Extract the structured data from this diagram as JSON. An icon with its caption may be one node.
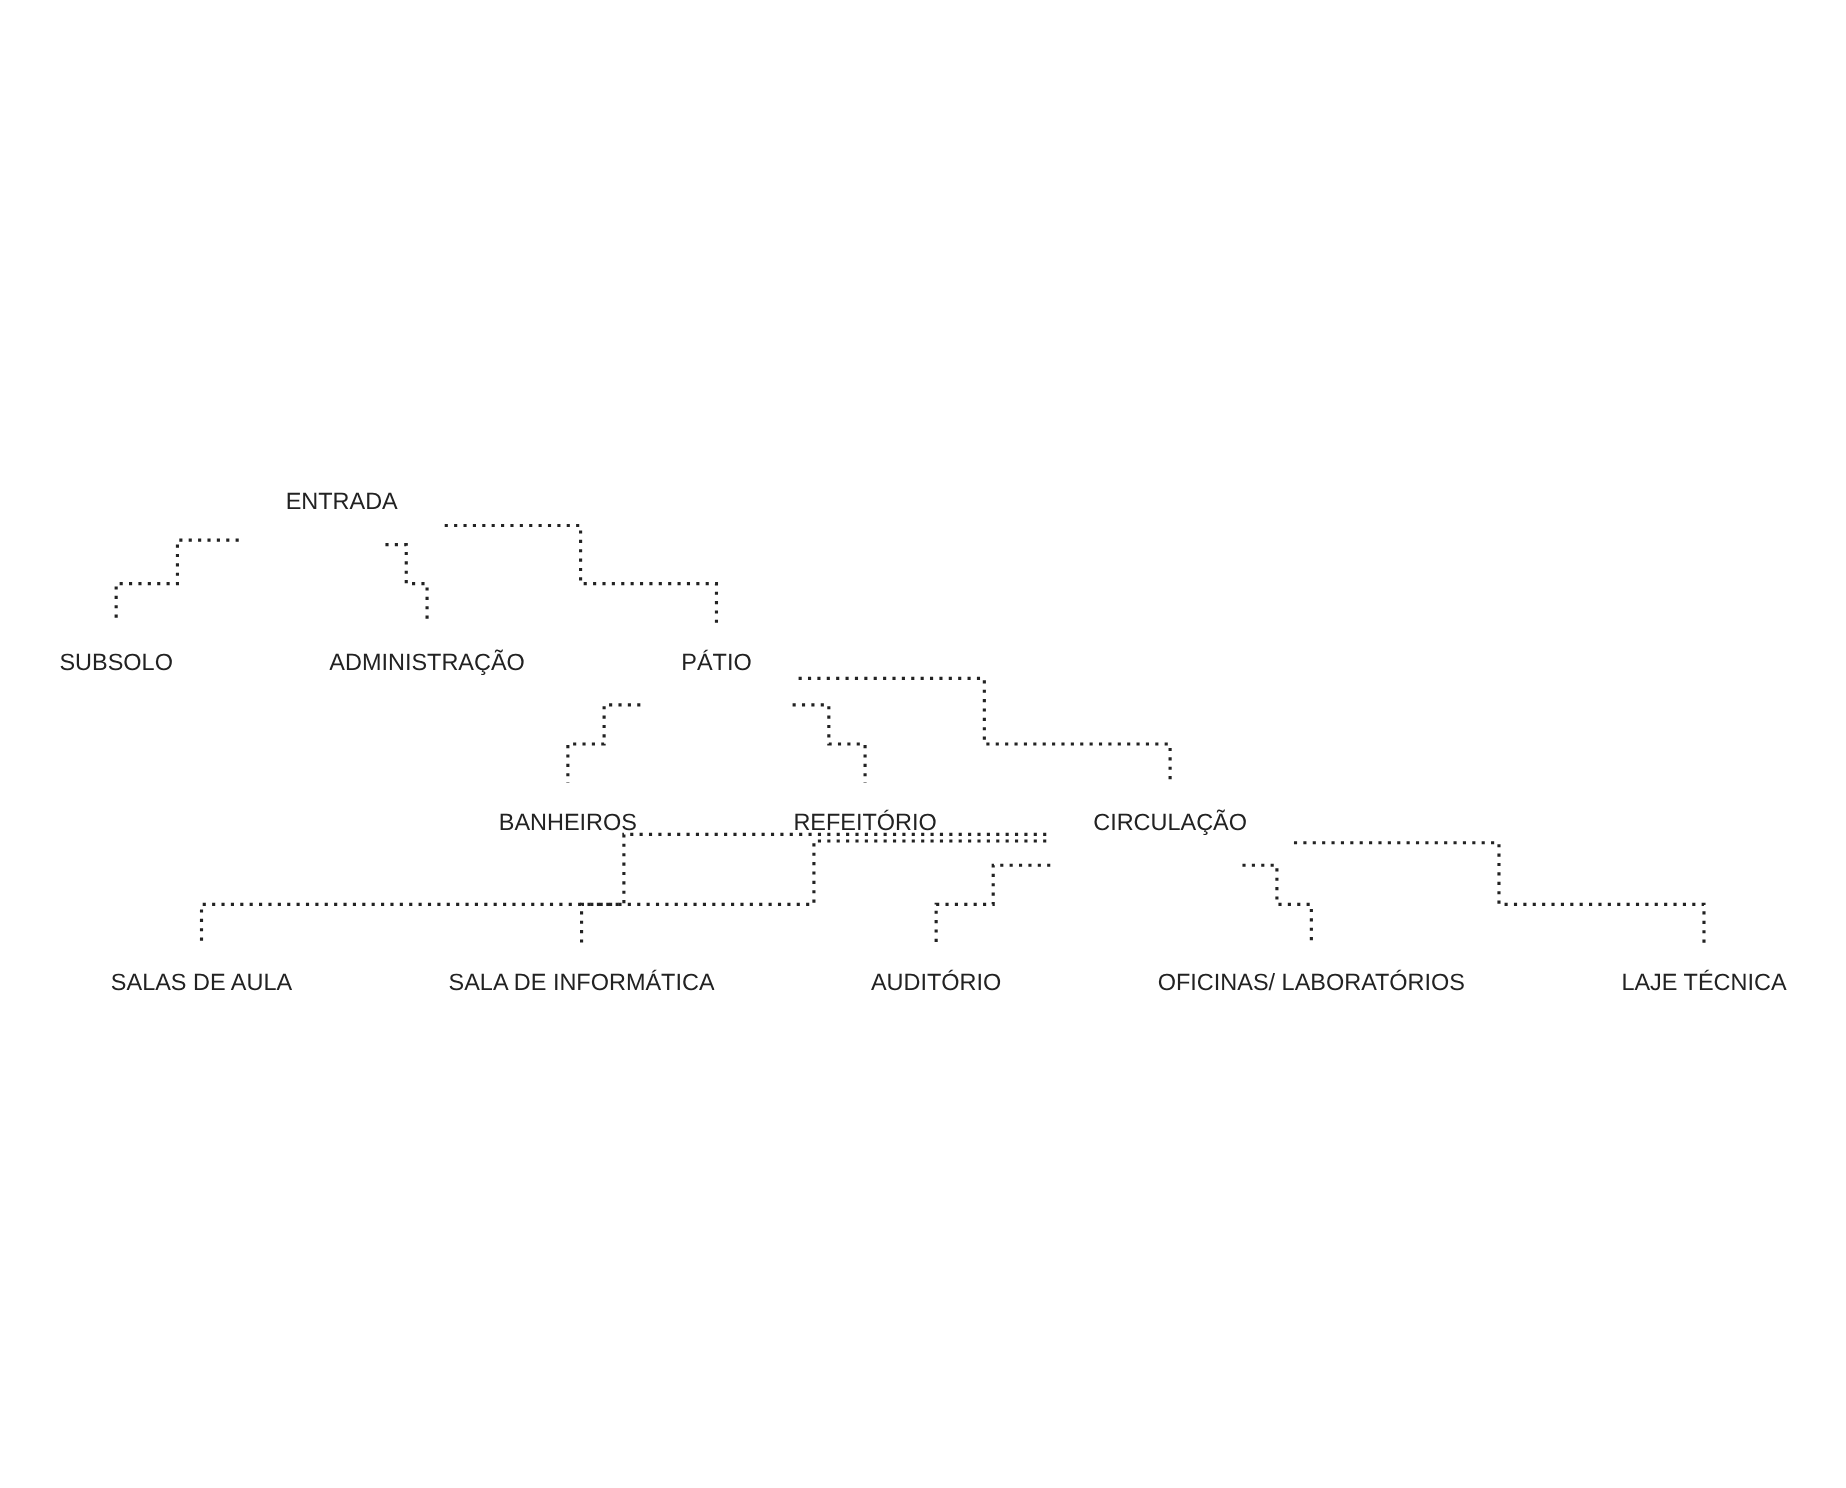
{
  "diagram": {
    "nodes": [
      {
        "text": [
          "ENTRADA"
        ]
      },
      {
        "text": [
          "SUBSOLO"
        ]
      },
      {
        "text": [
          "ADMINISTRAÇÃO"
        ]
      },
      {
        "text": [
          "PÁTIO"
        ]
      },
      {
        "text": [
          "BANHEIROS"
        ]
      },
      {
        "text": [
          "REFEITÓRIO"
        ]
      },
      {
        "text": [
          "SALAS DE AULA"
        ]
      },
      {
        "text": [
          "CIRCULAÇÃO"
        ]
      },
      {
        "text": [
          "SALA DE INFORMÁTICA"
        ]
      },
      {
        "text": [
          "AUDITÓRIO"
        ]
      },
      {
        "text": [
          "OFICINAS/ LABORATÓRIOS"
        ]
      },
      {
        "text": [
          "LAJE TÉCNICA"
        ]
      }
    ],
    "edges": [
      {
        "from": 0,
        "to": 1,
        "arrow": "none",
        "style": "dashed"
      },
      {
        "from": 0,
        "to": 2,
        "arrow": "none",
        "style": "dashed"
      },
      {
        "from": 0,
        "to": 3,
        "arrow": "none",
        "style": "dashed"
      },
      {
        "from": 3,
        "to": 4,
        "arrow": "none",
        "style": "dashed"
      },
      {
        "from": 3,
        "to": 5,
        "arrow": "none",
        "style": "dashed"
      },
      {
        "from": 3,
        "to": 7,
        "arrow": "none",
        "style": "dashed"
      },
      {
        "from": 7,
        "to": 6,
        "arrow": "none",
        "style": "dashed"
      },
      {
        "from": 7,
        "to": 8,
        "arrow": "none",
        "style": "dashed"
      },
      {
        "from": 7,
        "to": 9,
        "arrow": "none",
        "style": "dashed"
      },
      {
        "from": 7,
        "to": 10,
        "arrow": "none",
        "style": "dashed"
      },
      {
        "from": 7,
        "to": 11,
        "arrow": "none",
        "style": "dashed"
      }
    ]
  }
}
